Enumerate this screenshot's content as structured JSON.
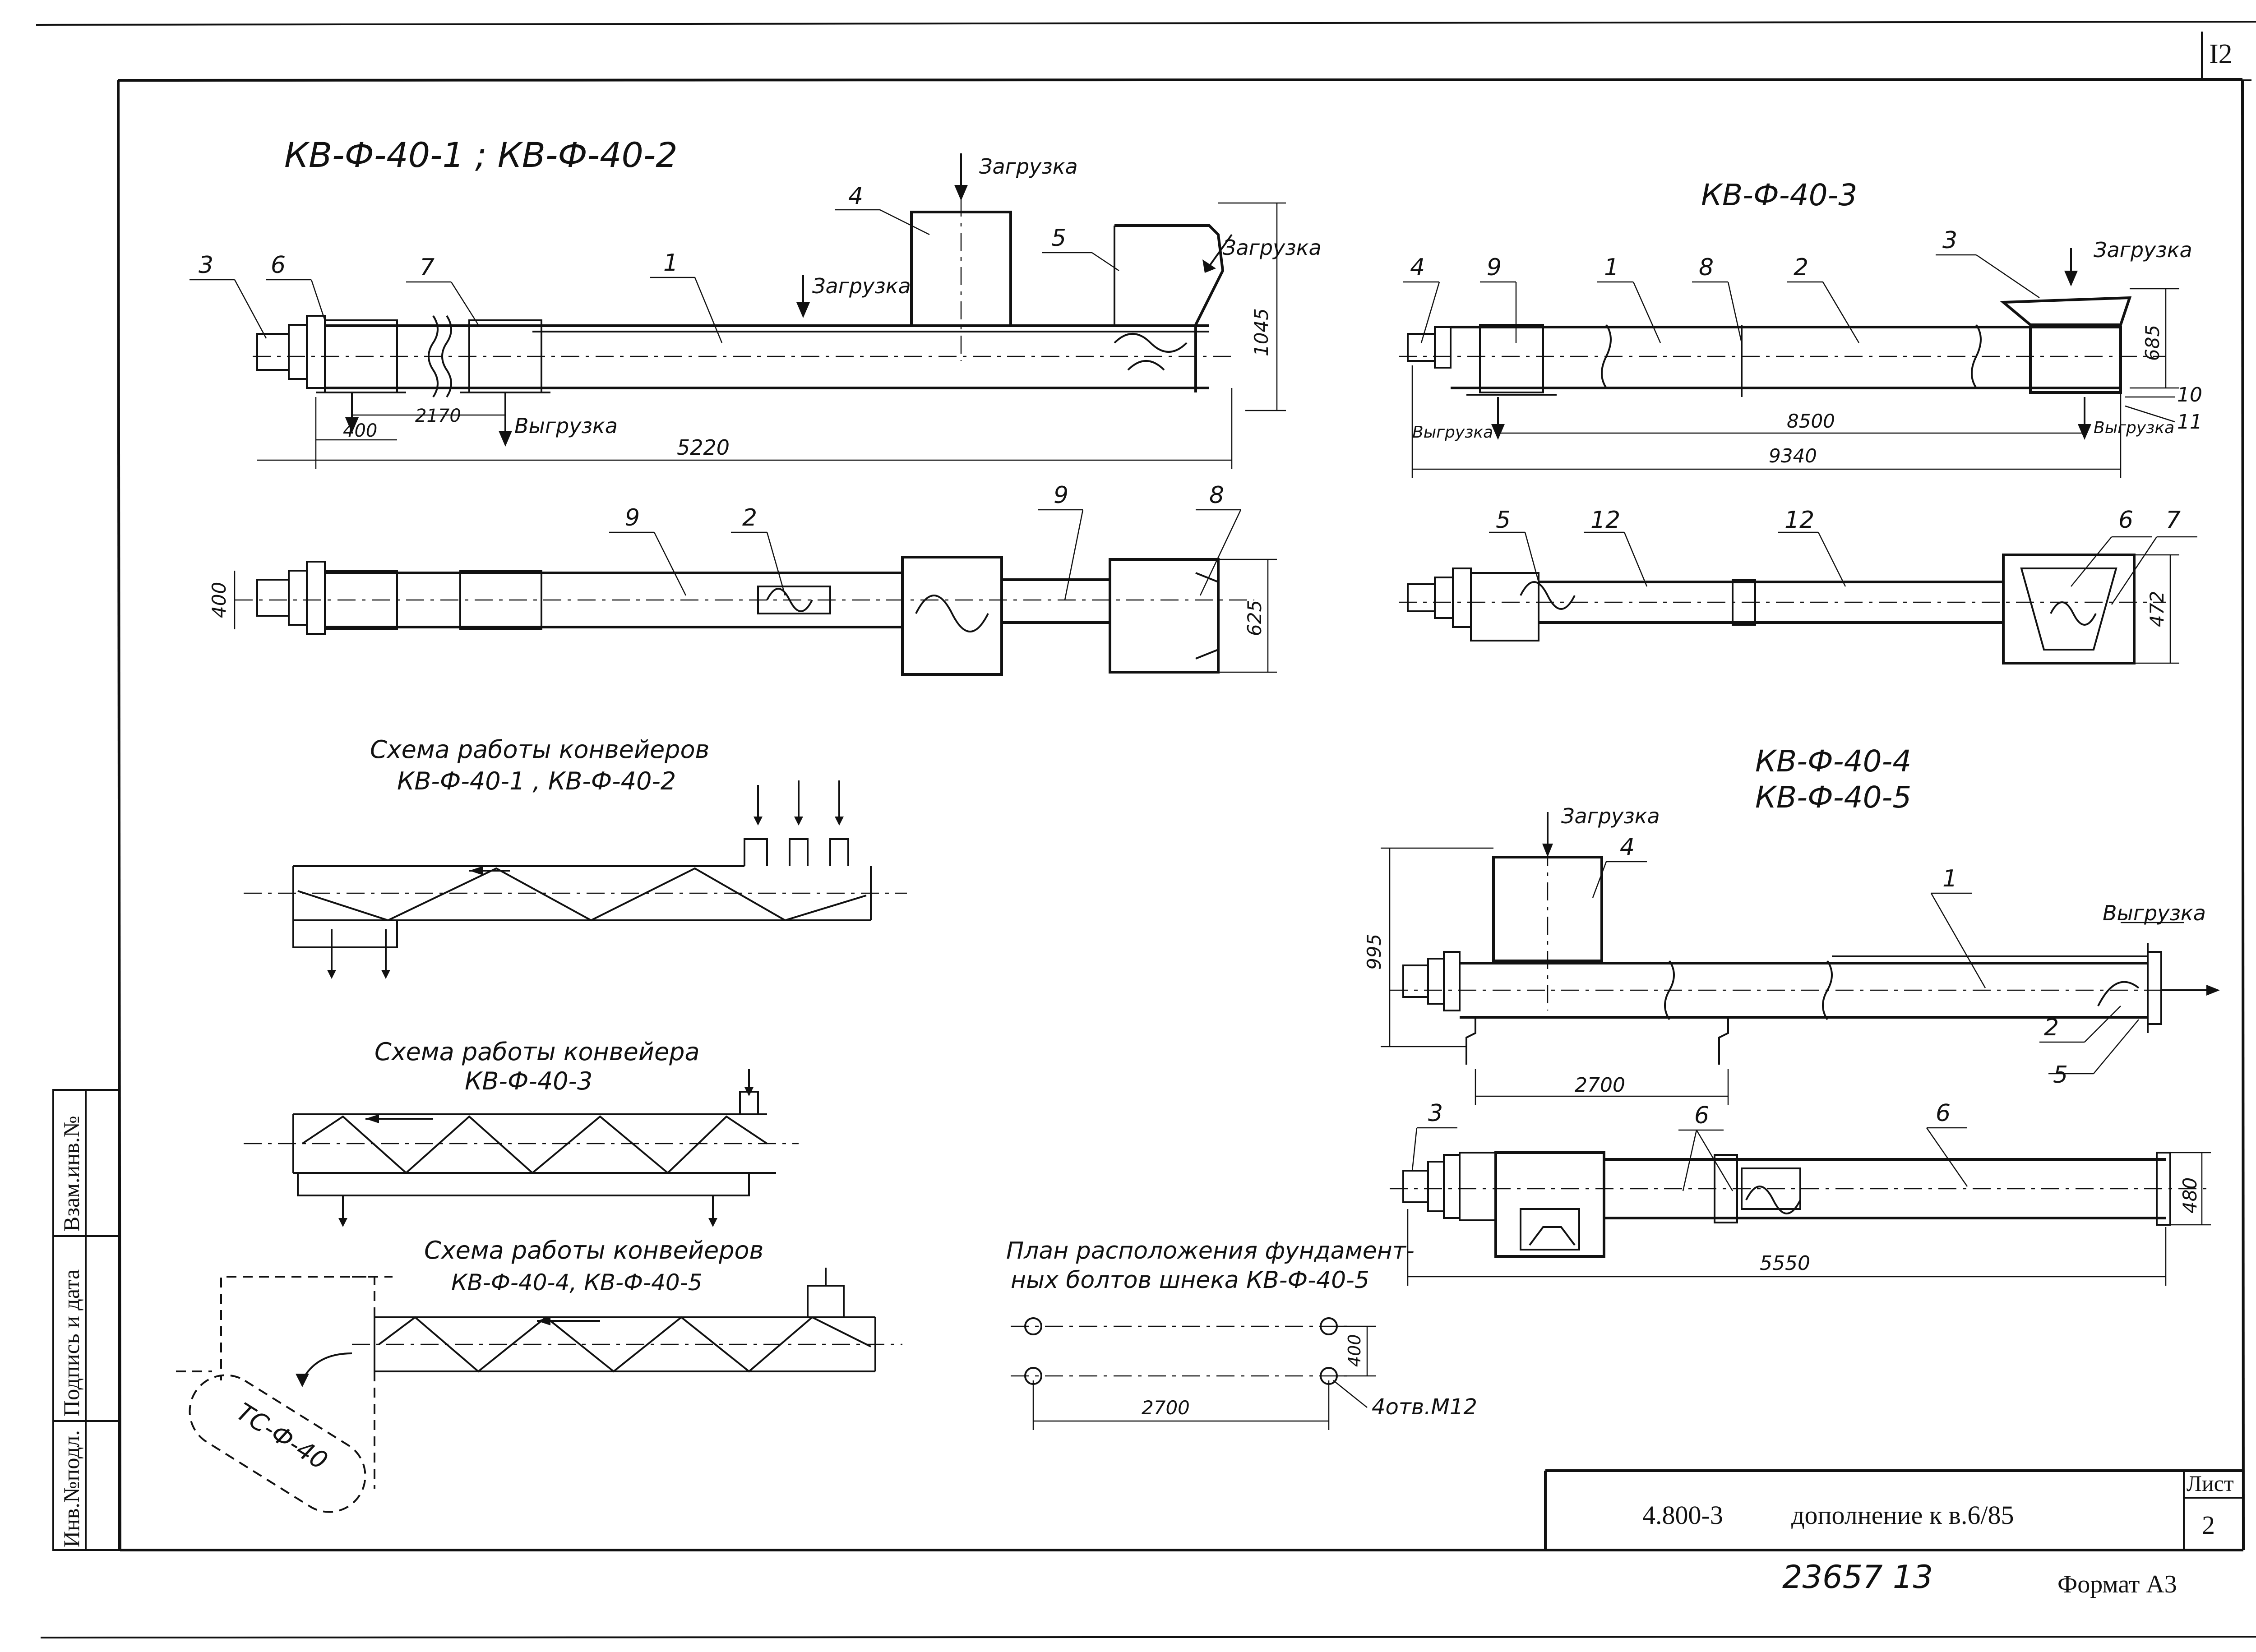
{
  "sheet": {
    "corner_number": "I2",
    "title_block": {
      "designation": "4.800-3",
      "description": "дополнение к в.6/85",
      "sheet_label": "Лист",
      "sheet_number": "2"
    },
    "doc_number_handwritten": "23657   13",
    "format": "Формат А3",
    "side_stamp": {
      "inv_podl": "Инв.№подл.",
      "sign_date": "Подпись и дата",
      "vzam_inv": "Взам.инв.№"
    }
  },
  "view1": {
    "title": "КВ-Ф-40-1 ;     КВ-Ф-40-2",
    "load_top": "Загрузка",
    "load_right": "Загрузка",
    "load_mid": "Загрузка",
    "unload": "Выгрузка",
    "dims": {
      "d5220": "5220",
      "d2170": "2170",
      "d400": "400",
      "d1045": "1045"
    },
    "positions": {
      "p1": "1",
      "p3": "3",
      "p4": "4",
      "p5": "5",
      "p6": "6",
      "p7": "7"
    }
  },
  "view1_plan": {
    "dims": {
      "d400": "400",
      "d625": "625"
    },
    "positions": {
      "p2": "2",
      "p8": "8",
      "p9a": "9",
      "p9b": "9"
    }
  },
  "view3": {
    "title": "КВ-Ф-40-3",
    "load": "Загрузка",
    "unload_left": "Выгрузка",
    "unload_right": "Выгрузка",
    "dims": {
      "d8500": "8500",
      "d9340": "9340",
      "d685": "685"
    },
    "positions": {
      "p1": "1",
      "p2": "2",
      "p3": "3",
      "p4": "4",
      "p8": "8",
      "p9": "9",
      "p10": "10",
      "p11": "11"
    }
  },
  "view3_plan": {
    "dims": {
      "d472": "472"
    },
    "positions": {
      "p5": "5",
      "p6": "6",
      "p7": "7",
      "p12a": "12",
      "p12b": "12"
    }
  },
  "view45": {
    "title_line1": "КВ-Ф-40-4",
    "title_line2": "КВ-Ф-40-5",
    "load": "Загрузка",
    "unload": "Выгрузка",
    "dims": {
      "d995": "995",
      "d2700": "2700"
    },
    "positions": {
      "p1": "1",
      "p2": "2",
      "p4": "4",
      "p5": "5"
    }
  },
  "view45_plan": {
    "dims": {
      "d5550": "5550",
      "d480": "480"
    },
    "positions": {
      "p3": "3",
      "p6a": "6",
      "p6b": "6"
    }
  },
  "scheme12": {
    "title_line1": "Схема   работы конвейеров",
    "title_line2": "КВ-Ф-40-1 , КВ-Ф-40-2"
  },
  "scheme3": {
    "title_line1": "Схема   работы конвейера",
    "title_line2": "КВ-Ф-40-3"
  },
  "scheme45": {
    "title_line1": "Схема  работы конвейеров",
    "title_line2": "КВ-Ф-40-4, КВ-Ф-40-5",
    "hopper_label": "ТС-Ф-40"
  },
  "bolt_plan": {
    "title_line1": "План расположения фундамент-",
    "title_line2": "ных болтов шнека КВ-Ф-40-5",
    "d2700": "2700",
    "d400": "400",
    "holes": "4отв.М12"
  }
}
